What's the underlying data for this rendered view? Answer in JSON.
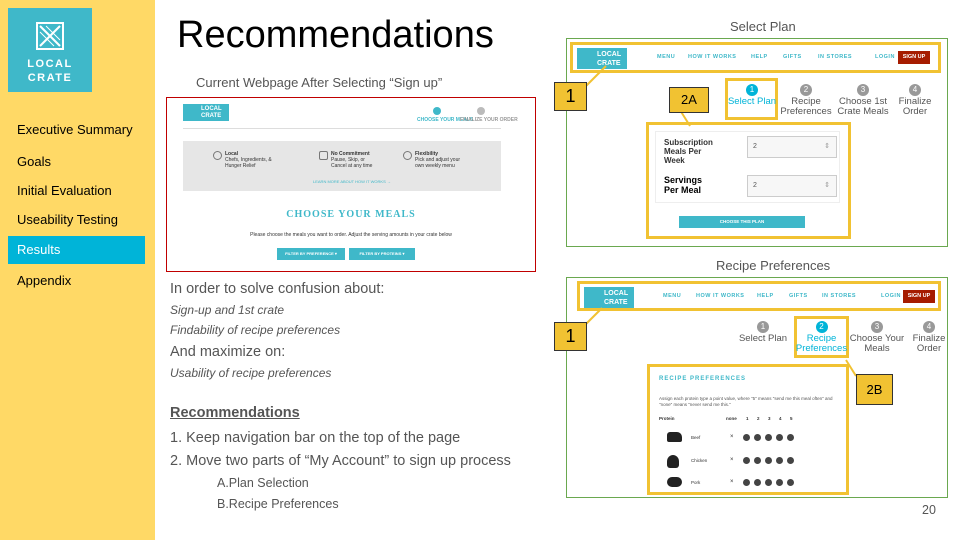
{
  "sidebar": {
    "logo_line1": "LOCAL",
    "logo_line2": "CRATE",
    "items": [
      {
        "label": "Executive Summary",
        "active": false
      },
      {
        "label": "Goals",
        "active": false
      },
      {
        "label": "Initial Evaluation",
        "active": false
      },
      {
        "label": "Useability Testing",
        "active": false
      },
      {
        "label": "Results",
        "active": true
      },
      {
        "label": "Appendix",
        "active": false
      }
    ],
    "bg_color": "#ffd966",
    "active_color": "#00b4d8"
  },
  "title": "Recommendations",
  "current": {
    "caption": "Current Webpage After Selecting “Sign up”",
    "logo_line1": "LOCAL",
    "logo_line2": "CRATE",
    "step1": "CHOOSE YOUR MEALS",
    "step2": "FINALIZE YOUR ORDER",
    "features": [
      {
        "title": "Local",
        "text": "Chefs, Ingredients, & Hunger Relief"
      },
      {
        "title": "No Commitment",
        "text": "Pause, Skip, or Cancel at any time"
      },
      {
        "title": "Flexibility",
        "text": "Pick and adjust your own weekly menu"
      }
    ],
    "learn_more": "LEARN MORE ABOUT HOW IT WORKS  →",
    "heading": "CHOOSE YOUR MEALS",
    "instruction": "Please choose the meals you want to order. Adjust the serving amounts in your crate below",
    "filter1": "FILTER BY PREFERENCE  ▾",
    "filter2": "FILTER BY PROTEINS  ▾"
  },
  "body": {
    "line1": "In order to solve confusion about:",
    "item1": "Sign-up and 1st crate",
    "item2": "Findability of recipe preferences",
    "line2": "And maximize on:",
    "item3": "Usability of recipe preferences",
    "rec_heading": "Recommendations",
    "rec1": "1. Keep navigation bar on the top of the page",
    "rec2": "2. Move two parts of “My Account” to sign up process",
    "subA": "A.Plan Selection",
    "subB": "B.Recipe Preferences"
  },
  "navbar": {
    "logo_line1": "LOCAL",
    "logo_line2": "CRATE",
    "links": [
      "MENU",
      "HOW IT WORKS",
      "HELP",
      "GIFTS",
      "IN STORES"
    ],
    "login": "LOGIN",
    "signup": "SIGN UP"
  },
  "panel_a": {
    "caption": "Select Plan",
    "callout_nav": "1",
    "callout_form": "2A",
    "steps": [
      {
        "num": "1",
        "label": "Select Plan",
        "active": true
      },
      {
        "num": "2",
        "label": "Recipe Preferences",
        "active": false
      },
      {
        "num": "3",
        "label": "Choose 1st Crate Meals",
        "active": false
      },
      {
        "num": "4",
        "label": "Finalize Order",
        "active": false
      }
    ],
    "field1_label": "Subscription Meals Per Week",
    "field1_value": "2",
    "field2_label": "Servings Per Meal",
    "field2_value": "2",
    "cta": "CHOOSE THIS PLAN"
  },
  "panel_b": {
    "caption": "Recipe Preferences",
    "callout_nav": "1",
    "callout_form": "2B",
    "steps": [
      {
        "num": "1",
        "label": "Select Plan",
        "active": false
      },
      {
        "num": "2",
        "label": "Recipe Preferences",
        "active": true
      },
      {
        "num": "3",
        "label": "Choose Your Meals",
        "active": false
      },
      {
        "num": "4",
        "label": "Finalize Order",
        "active": false
      }
    ],
    "rp_title": "RECIPE PREFERENCES",
    "rp_desc": "Assign each protein type a point value, where \"5\" means \"send me this meal often\" and \"none\" means \"never send me this.\"",
    "col_protein": "Protein",
    "col_none": "none",
    "cols": [
      "1",
      "2",
      "3",
      "4",
      "5"
    ],
    "rows": [
      "Beef",
      "Chicken",
      "Pork"
    ]
  },
  "page_number": "20"
}
